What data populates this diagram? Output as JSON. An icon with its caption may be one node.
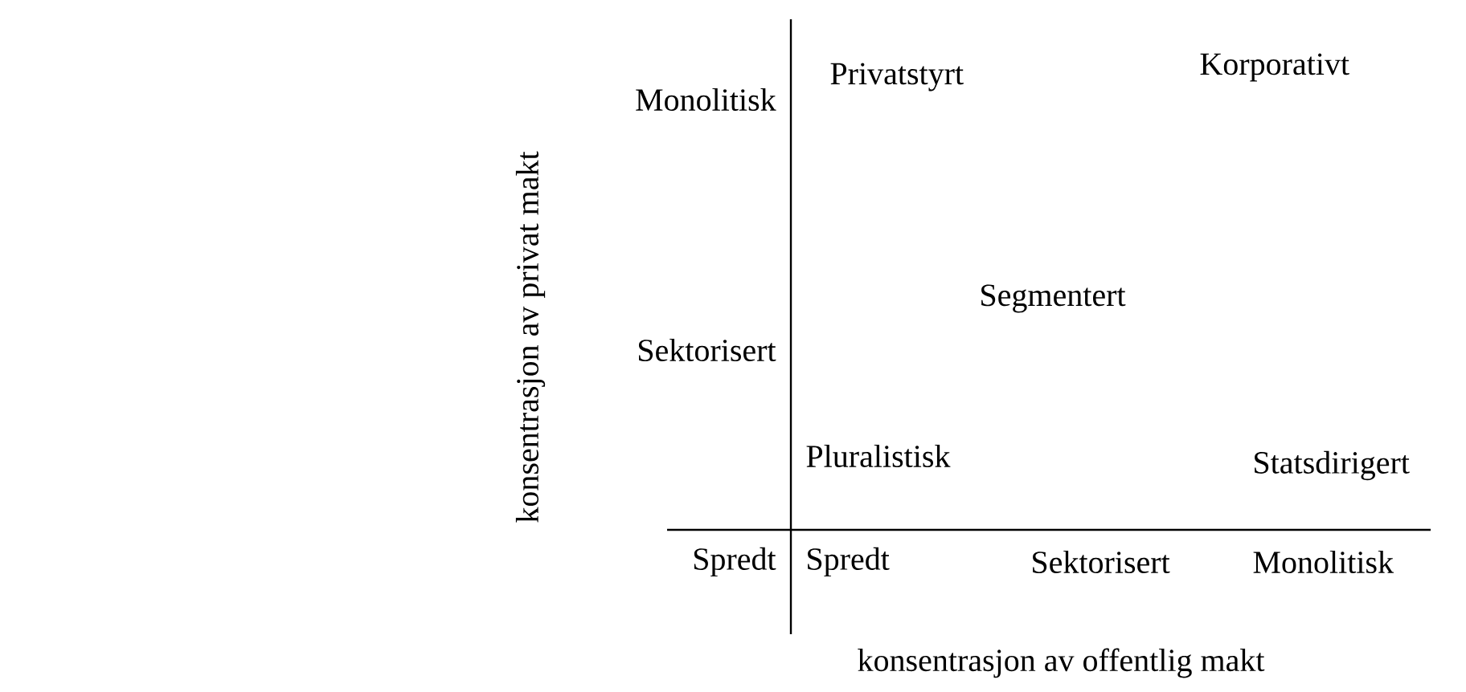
{
  "diagram": {
    "labels": [
      "Monolitisk",
      "Privatstyrt",
      "Korporativt",
      "Sektorisert",
      "Segmentert",
      "konsentrasjon av privat makt",
      "Pluralistisk",
      "Statsdirigert",
      "Spredt",
      "Spredt",
      "Sektorisert",
      "Monolitisk",
      "konsentrasjon av offentlig makt"
    ]
  }
}
